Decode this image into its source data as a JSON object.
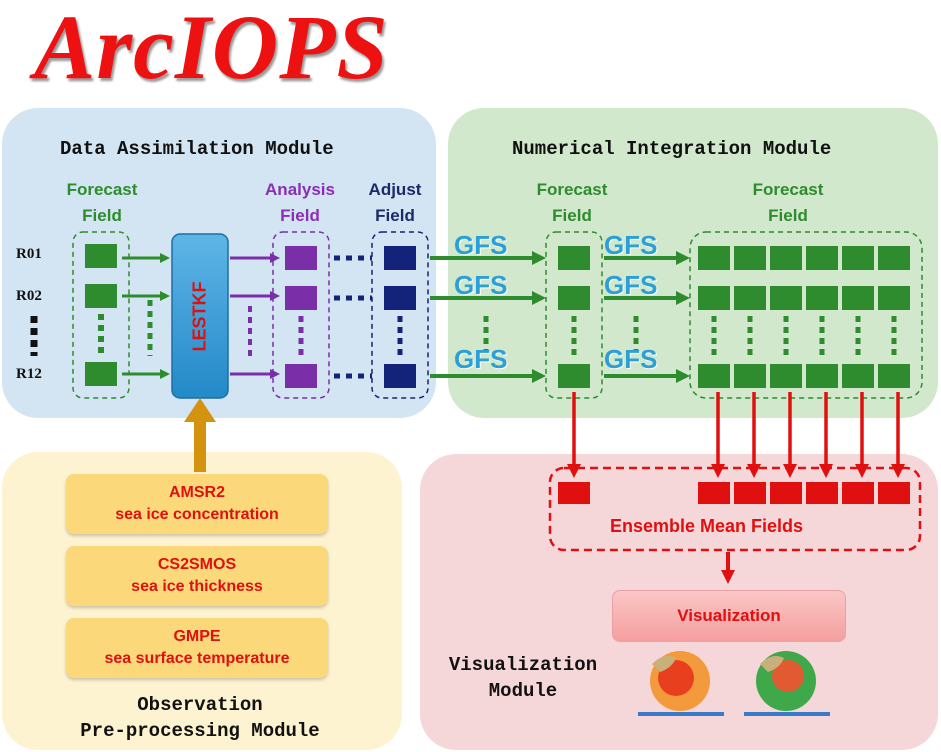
{
  "title": "ArcIOPS",
  "modules": {
    "data_assimilation": "Data Assimilation Module",
    "numerical_integration": "Numerical Integration Module",
    "observation_line1": "Observation",
    "observation_line2": "Pre-processing Module",
    "visualization_line1": "Visualization",
    "visualization_line2": "Module"
  },
  "labels": {
    "forecast1": "Forecast",
    "field1": "Field",
    "analysis": "Analysis",
    "field2": "Field",
    "adjust": "Adjust",
    "field3": "Field",
    "forecast2": "Forecast",
    "field4": "Field",
    "forecast3": "Forecast",
    "field5": "Field",
    "lestkf": "LESTKF",
    "gfs": "GFS"
  },
  "ensemble_members": [
    "R01",
    "R02",
    "R12"
  ],
  "observations": [
    {
      "name": "AMSR2",
      "variable": "sea ice concentration"
    },
    {
      "name": "CS2SMOS",
      "variable": "sea ice thickness"
    },
    {
      "name": "GMPE",
      "variable": "sea surface temperature"
    }
  ],
  "ensemble_mean": "Ensemble Mean Fields",
  "visualization": "Visualization",
  "colors": {
    "green": "#2e8b2e",
    "purple": "#7a2ea8",
    "navy": "#14237a",
    "red": "#e01010",
    "blue": "#2a9fd8",
    "orange": "#d4930f"
  }
}
